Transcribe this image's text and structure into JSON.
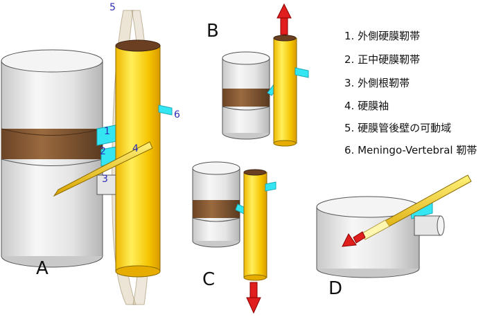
{
  "colors": {
    "bone_light": "#f2f2f2",
    "bone_mid": "#d9d9d9",
    "bone_dark": "#a9a9a9",
    "band_light": "#9a6a3f",
    "band_dark": "#5a3a20",
    "yellow_light": "#ffef5a",
    "yellow_mid": "#f5c400",
    "yellow_dark": "#d89a00",
    "yellow_top": "#6b3f22",
    "cyan": "#33e6f2",
    "cyan_dark": "#19a9b8",
    "arrow_red": "#e01e1e",
    "translucent": "#c8b48a",
    "callout_blue": "#2b2bb8"
  },
  "panels": {
    "A": {
      "label": "A"
    },
    "B": {
      "label": "B"
    },
    "C": {
      "label": "C"
    },
    "D": {
      "label": "D"
    }
  },
  "callouts": [
    "1",
    "2",
    "3",
    "4",
    "5",
    "6"
  ],
  "legend": [
    "1. 外側硬膜靭帯",
    "2. 正中硬膜靭帯",
    "3. 外側根靭帯",
    "4. 硬膜袖",
    "5. 硬膜管後壁の可動域",
    "6. Meningo-Vertebral 靭帯"
  ]
}
